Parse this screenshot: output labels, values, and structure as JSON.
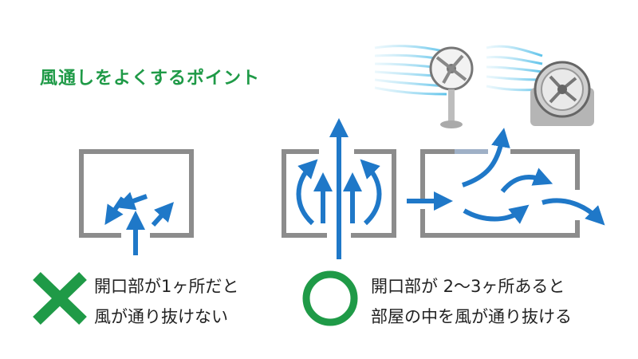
{
  "title": "風通しをよくするポイント",
  "bad": {
    "line1": "開口部が1ヶ所だと",
    "line2": "風が通り抜けない",
    "mark": "cross-icon"
  },
  "good": {
    "line1": "開口部が 2〜3ヶ所あると",
    "line2": "部屋の中を風が通り抜ける",
    "mark": "circle-icon"
  },
  "colors": {
    "title": "#1f9a47",
    "arrow": "#1f78c8",
    "wall": "#8c8c8c",
    "mark": "#1f9a47"
  }
}
